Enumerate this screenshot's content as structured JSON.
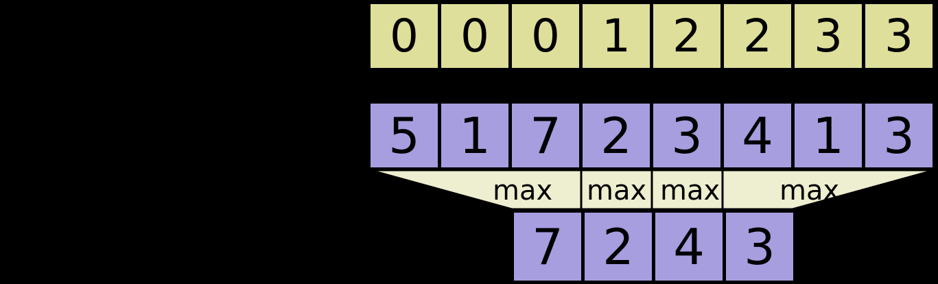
{
  "diagram": {
    "title": "max-pooling-with-index-row",
    "colors": {
      "background": "#000000",
      "index_cell_fill": "#dedf9a",
      "value_cell_fill": "#a79ee0",
      "connector_fill": "#eeeed0",
      "stroke": "#000000"
    },
    "index_row": {
      "name": "index-row",
      "cells": [
        "0",
        "0",
        "0",
        "1",
        "2",
        "2",
        "3",
        "3"
      ]
    },
    "input_row": {
      "name": "input-row",
      "cells": [
        "5",
        "1",
        "7",
        "2",
        "3",
        "4",
        "1",
        "3"
      ]
    },
    "connectors": [
      {
        "label": "max",
        "group_indices": [
          0,
          1,
          2
        ],
        "result": "7"
      },
      {
        "label": "max",
        "group_indices": [
          3
        ],
        "result": "2"
      },
      {
        "label": "max",
        "group_indices": [
          4,
          5
        ],
        "result": "4"
      },
      {
        "label": "max",
        "group_indices": [
          6,
          7
        ],
        "result": "3"
      }
    ],
    "output_row": {
      "name": "output-row",
      "cells": [
        "7",
        "2",
        "4",
        "3"
      ]
    }
  }
}
